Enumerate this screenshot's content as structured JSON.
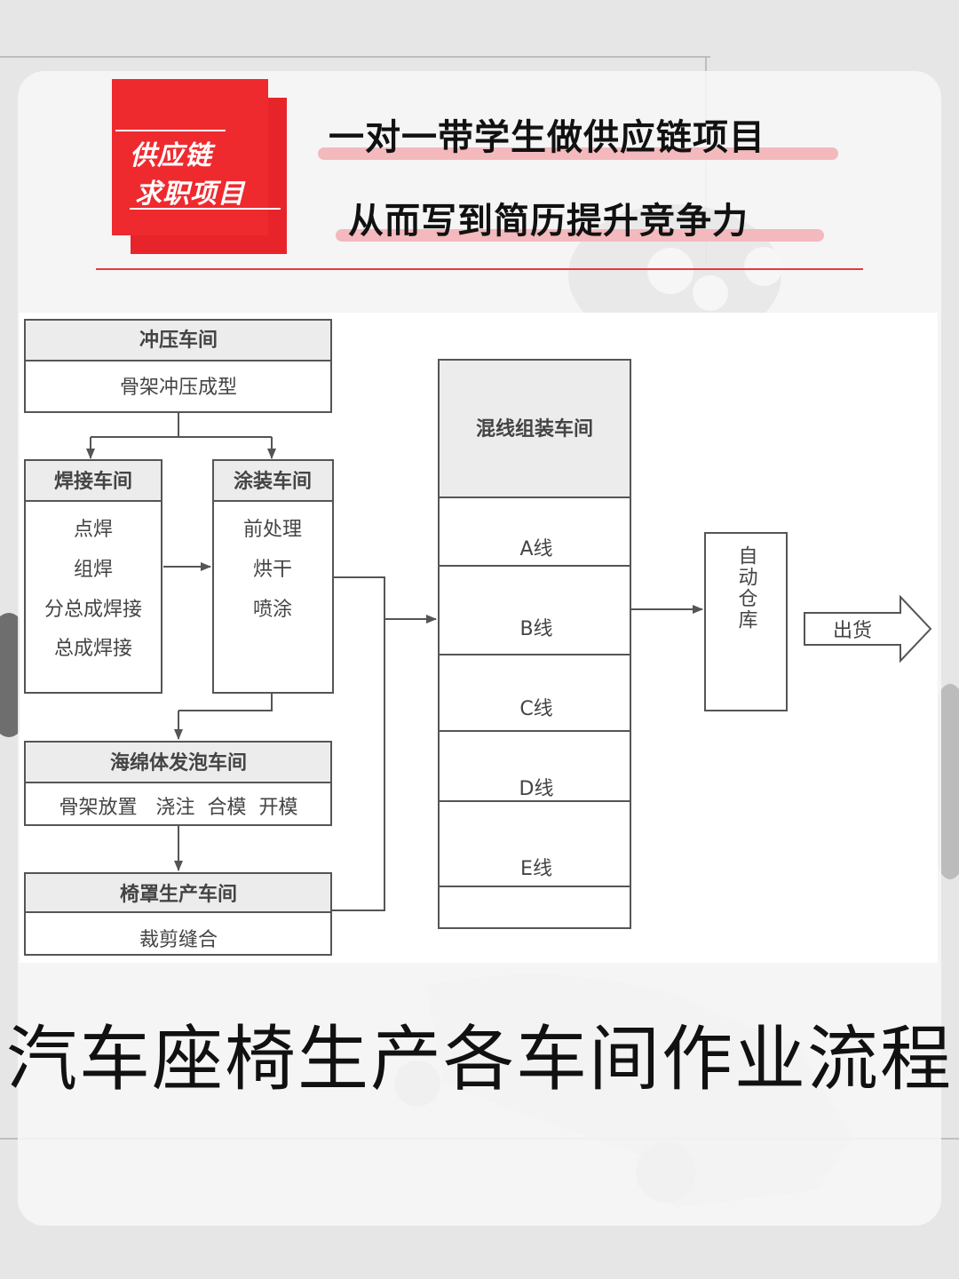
{
  "badge": {
    "line1": "供应链",
    "line2": "求职项目"
  },
  "headline": {
    "line1": "一对一带学生做供应链项目",
    "line2": "从而写到简历提升竞争力"
  },
  "colors": {
    "accent": "#ee2a2f",
    "highlight": "#f3b9bd",
    "ink": "#111111",
    "diagram_stroke": "#555555"
  },
  "diagram": {
    "stamping": {
      "title": "冲压车间",
      "content": "骨架冲压成型"
    },
    "welding": {
      "title": "焊接车间",
      "steps": [
        "点焊",
        "组焊",
        "分总成焊接",
        "总成焊接"
      ]
    },
    "painting": {
      "title": "涂装车间",
      "steps": [
        "前处理",
        "烘干",
        "喷涂"
      ]
    },
    "foam": {
      "title": "海绵体发泡车间",
      "steps": "骨架放置   浇注  合模  开模"
    },
    "cover": {
      "title": "椅罩生产车间",
      "content": "裁剪缝合"
    },
    "assembly": {
      "title": "混线组装车间",
      "lines": [
        "A线",
        "B线",
        "C线",
        "D线",
        "E线"
      ]
    },
    "warehouse": {
      "label": "自动仓库"
    },
    "shipping": {
      "label": "出货"
    }
  },
  "bottom_title": "汽车座椅生产各车间作业流程"
}
